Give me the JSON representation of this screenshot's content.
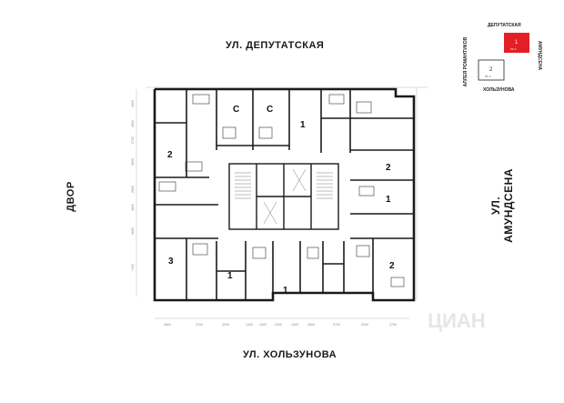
{
  "streets": {
    "top": "УЛ. ДЕПУТАТСКАЯ",
    "bottom": "УЛ. ХОЛЬЗУНОВА",
    "left": "ДВОР",
    "right": "УЛ. АМУНДСЕНА"
  },
  "apartments": [
    {
      "id": "apt-c-1",
      "label": "С"
    },
    {
      "id": "apt-c-2",
      "label": "С"
    },
    {
      "id": "apt-1-top",
      "label": "1"
    },
    {
      "id": "apt-2-left",
      "label": "2"
    },
    {
      "id": "apt-2-right",
      "label": "2"
    },
    {
      "id": "apt-1-right",
      "label": "1"
    },
    {
      "id": "apt-3",
      "label": "3"
    },
    {
      "id": "apt-1-bottom-a",
      "label": "1"
    },
    {
      "id": "apt-1-bottom-b",
      "label": "1"
    },
    {
      "id": "apt-2-bottom",
      "label": "2"
    }
  ],
  "dimensions_left": [
    "4800",
    "2800",
    "2700",
    "3600",
    "2800",
    "4800",
    "3600",
    "7400"
  ],
  "dimensions_bottom": [
    "3600",
    "3700",
    "3200",
    "1400",
    "1900",
    "2200",
    "1900",
    "2800",
    "3700",
    "3200",
    "2700"
  ],
  "minimap": {
    "top": "ДЕПУТАТСКАЯ",
    "bottom": "ХОЛЬЗУНОВА",
    "left": "АЛЛЕЯ РОМАНТИКОВ",
    "right": "АМУНДСЕНА",
    "section_1": "1",
    "section_1_sub": "25 эт",
    "section_2": "2",
    "section_2_sub": "25 эт",
    "highlight_color": "#e31e24"
  },
  "watermark": "ЦИАН"
}
